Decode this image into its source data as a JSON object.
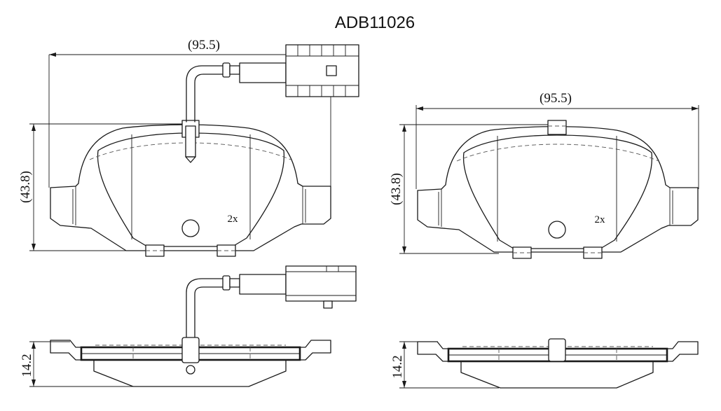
{
  "part_number": "ADB11026",
  "front_pad": {
    "width_label": "(95.5)",
    "height_label": "(43.8)",
    "quantity_label": "2x"
  },
  "rear_pad": {
    "width_label": "(95.5)",
    "height_label": "(43.8)",
    "quantity_label": "2x"
  },
  "side_views": {
    "left_thickness_label": "14.2",
    "right_thickness_label": "14.2"
  }
}
